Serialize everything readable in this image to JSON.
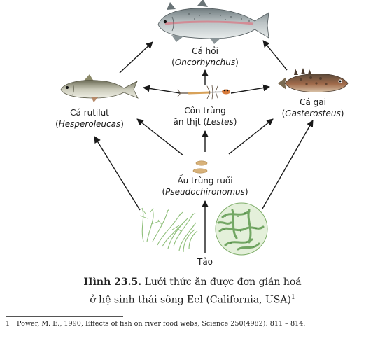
{
  "nodes": {
    "salmon": {
      "name": "Cá hồi",
      "sci": "Oncorhynchus"
    },
    "roach": {
      "name": "Cá rutilut",
      "sci": "Hesperoleucas"
    },
    "insect": {
      "name_line1": "Côn trùng",
      "name_line2_prefix": "ăn thịt (",
      "sci": "Lestes",
      "suffix": ")"
    },
    "stickleback": {
      "name": "Cá gai",
      "sci": "Gasterosteus"
    },
    "larvae": {
      "name": "Ấu trùng ruồi",
      "sci": "Pseudochironomus"
    },
    "algae": {
      "name": "Tảo"
    }
  },
  "caption": {
    "label": "Hình 23.5.",
    "line1": " Lưới thức ăn được đơn giản hoá",
    "line2": "ở hệ sinh thái sông Eel (California, USA)",
    "sup": "1"
  },
  "footnote": {
    "number": "1",
    "text": "Power, M. E., 1990, Effects of fish on river food webs, Science 250(4982): 811 – 814."
  },
  "colors": {
    "arrow": "#1a1a1a",
    "salmon_body": "#9aa3a6",
    "salmon_stripe": "#d97a86",
    "algae_green": "#8fbf7a",
    "larva": "#d8b27a"
  }
}
